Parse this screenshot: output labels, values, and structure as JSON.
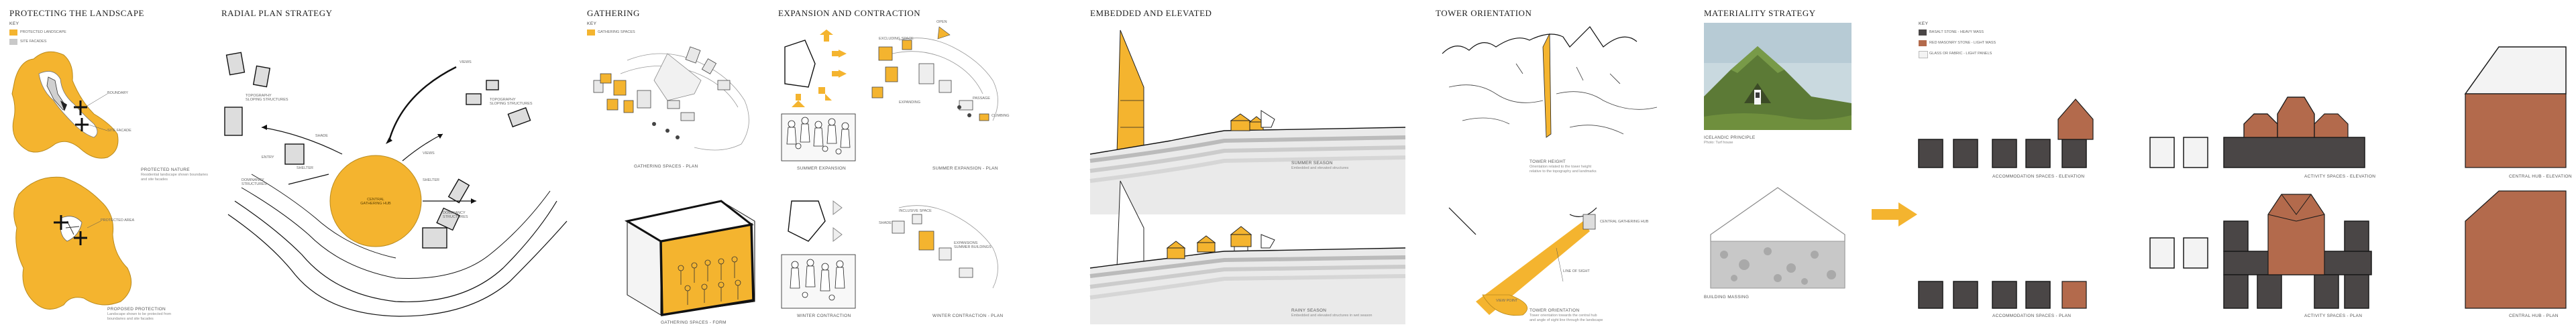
{
  "colors": {
    "accent": "#f4b42f",
    "stone": "#4a4646",
    "rust": "#b36a4c",
    "grey": "#c9c9c9"
  },
  "p1": {
    "title": "Protecting the Landscape",
    "key_title": "KEY",
    "key": [
      "Protected landscape",
      "Site Facades"
    ],
    "cap1": "Protected nature",
    "sub1": "Residential landscape shown boundaries\nand site facades",
    "cap2": "Proposed protection",
    "sub2": "Landscape shown to be protected from\nboundaries and site facades"
  },
  "p2": {
    "title": "Radial Plan Strategy",
    "labels": [
      "TOPOGRAPHY\nSLOPING STRUCTURES",
      "VIEWS",
      "TOPOGRAPHY\nSLOPING STRUCTURES",
      "SHADE",
      "ENTRY",
      "SHELTER",
      "DOMINANCY\nSTRUCTURES",
      "DOMINANCY\nSTRUCTURES",
      "SHELTER",
      "VIEWS"
    ],
    "center": "CENTRAL\nGATHERING HUB"
  },
  "p3": {
    "title": "Gathering",
    "key_title": "KEY",
    "key": [
      "Gathering spaces"
    ],
    "cap1": "Gathering spaces - plan",
    "cap2": "Gathering spaces - form"
  },
  "p4": {
    "title": "Expansion and Contraction",
    "cap1": "Summer expansion",
    "cap2": "Summer expansion - plan",
    "cap3": "Winter contraction",
    "cap4": "Winter contraction - plan",
    "labels": [
      "OPEN",
      "EXCLUDING SPACE",
      "EXPANDING",
      "CLIMBING",
      "PASSAGE",
      "SHADE",
      "INCLUSIVE SPACE",
      "EXPANSIONS\nSUMMER BUILDINGS"
    ]
  },
  "p5": {
    "title": "Embedded and Elevated",
    "cap1": "Summer season",
    "sub1": "Embedded and elevated structures",
    "cap2": "Rainy season",
    "sub2": "Embedded and elevated structures in wet season"
  },
  "p6": {
    "title": "Tower Orientation",
    "cap1": "Tower height",
    "sub1": "Orientation related to the tower height\nrelative to the topography and landmarks",
    "cap2": "Tower orientation",
    "sub2": "Tower orientation towards the central hub\nand angle of sight line through the landscape",
    "labels": [
      "CENTRAL GATHERING HUB",
      "LINE OF SIGHT",
      "VIEW POINT"
    ]
  },
  "p7": {
    "title": "Materiality Strategy",
    "cap1": "Icelandic principle",
    "sub1": "Photo: Turf house",
    "cap2": "Building massing"
  },
  "p8": {
    "key_title": "KEY",
    "key": [
      "Basalt stone - heavy mass",
      "Red masonry stone - light mass",
      "Glass or fabric - light panels"
    ],
    "cap1": "Accommodation spaces - elevation",
    "cap2": "Accommodation spaces - plan"
  },
  "p9": {
    "cap1": "Activity spaces - elevation",
    "cap2": "Activity spaces - plan"
  },
  "p10": {
    "cap1": "Central hub - elevation",
    "cap2": "Central hub - plan"
  }
}
